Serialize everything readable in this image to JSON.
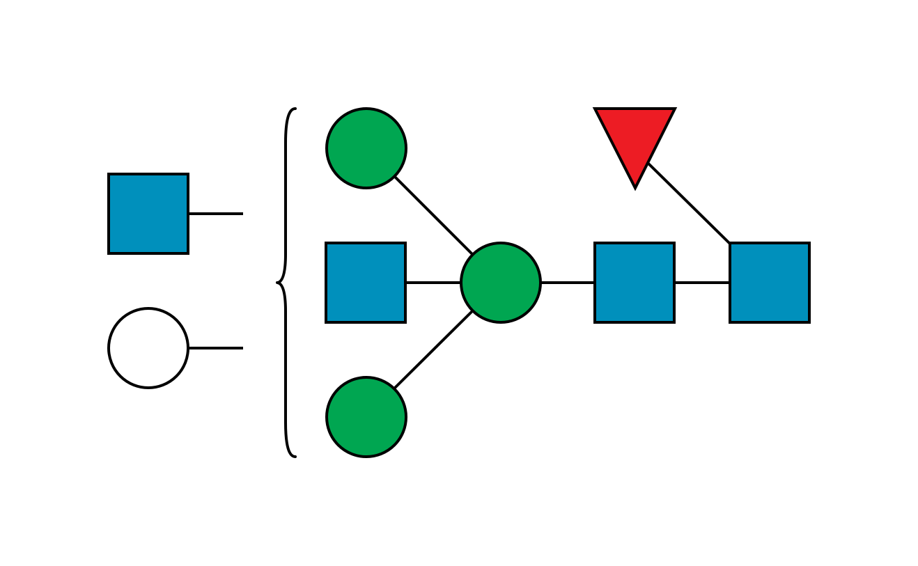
{
  "colors": {
    "glcnac": "#0090bc",
    "mannose": "#00a651",
    "fucose": "#ed1c24",
    "galactose": "#ffffff",
    "line": "#000000",
    "background": "#ffffff"
  },
  "residues": {
    "core_glcnac_reducing": {
      "shape": "square",
      "color": "glcnac"
    },
    "core_glcnac_2": {
      "shape": "square",
      "color": "glcnac"
    },
    "core_fucose": {
      "shape": "triangle",
      "color": "fucose"
    },
    "core_mannose": {
      "shape": "circle",
      "color": "mannose"
    },
    "branch_mannose_upper": {
      "shape": "circle",
      "color": "mannose"
    },
    "bisecting_glcnac": {
      "shape": "square",
      "color": "glcnac"
    },
    "branch_mannose_lower": {
      "shape": "circle",
      "color": "mannose"
    },
    "undetermined_glcnac": {
      "shape": "square",
      "color": "glcnac"
    },
    "undetermined_galactose": {
      "shape": "circle",
      "color": "galactose"
    }
  }
}
